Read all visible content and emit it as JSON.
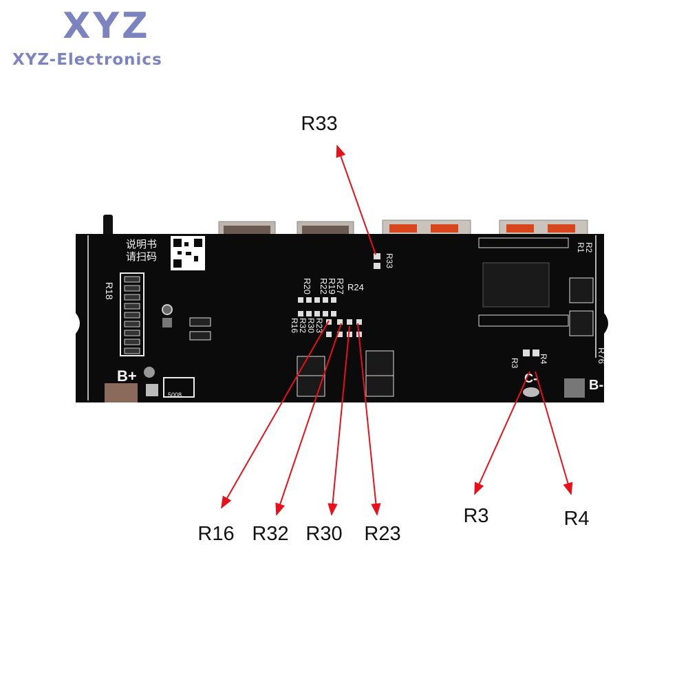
{
  "logo": {
    "main": "XYZ",
    "sub": "XYZ-Electronics",
    "color": "#7b84bf"
  },
  "callouts": {
    "r33": "R33",
    "r16": "R16",
    "r32": "R32",
    "r30": "R30",
    "r23": "R23",
    "r3": "R3",
    "r4": "R4",
    "arrow_color": "#e8101a"
  },
  "board": {
    "color": "#0b0b0c",
    "silkscreen": {
      "manual_line1": "说明书",
      "manual_line2": "请扫码",
      "r18": "R18",
      "b_plus": "B+",
      "b_minus": "B-",
      "c_minus": "C-",
      "r1": "R1",
      "r2": "R2",
      "r76": "R76",
      "r3": "R3",
      "r4": "R4",
      "r20": "R20",
      "r22": "R22",
      "r19": "R19",
      "r27": "R27",
      "r24": "R24",
      "r16": "R16",
      "r32": "R32",
      "r30": "R30",
      "r23": "R23",
      "r33": "R33",
      "part_code": "5008"
    }
  }
}
